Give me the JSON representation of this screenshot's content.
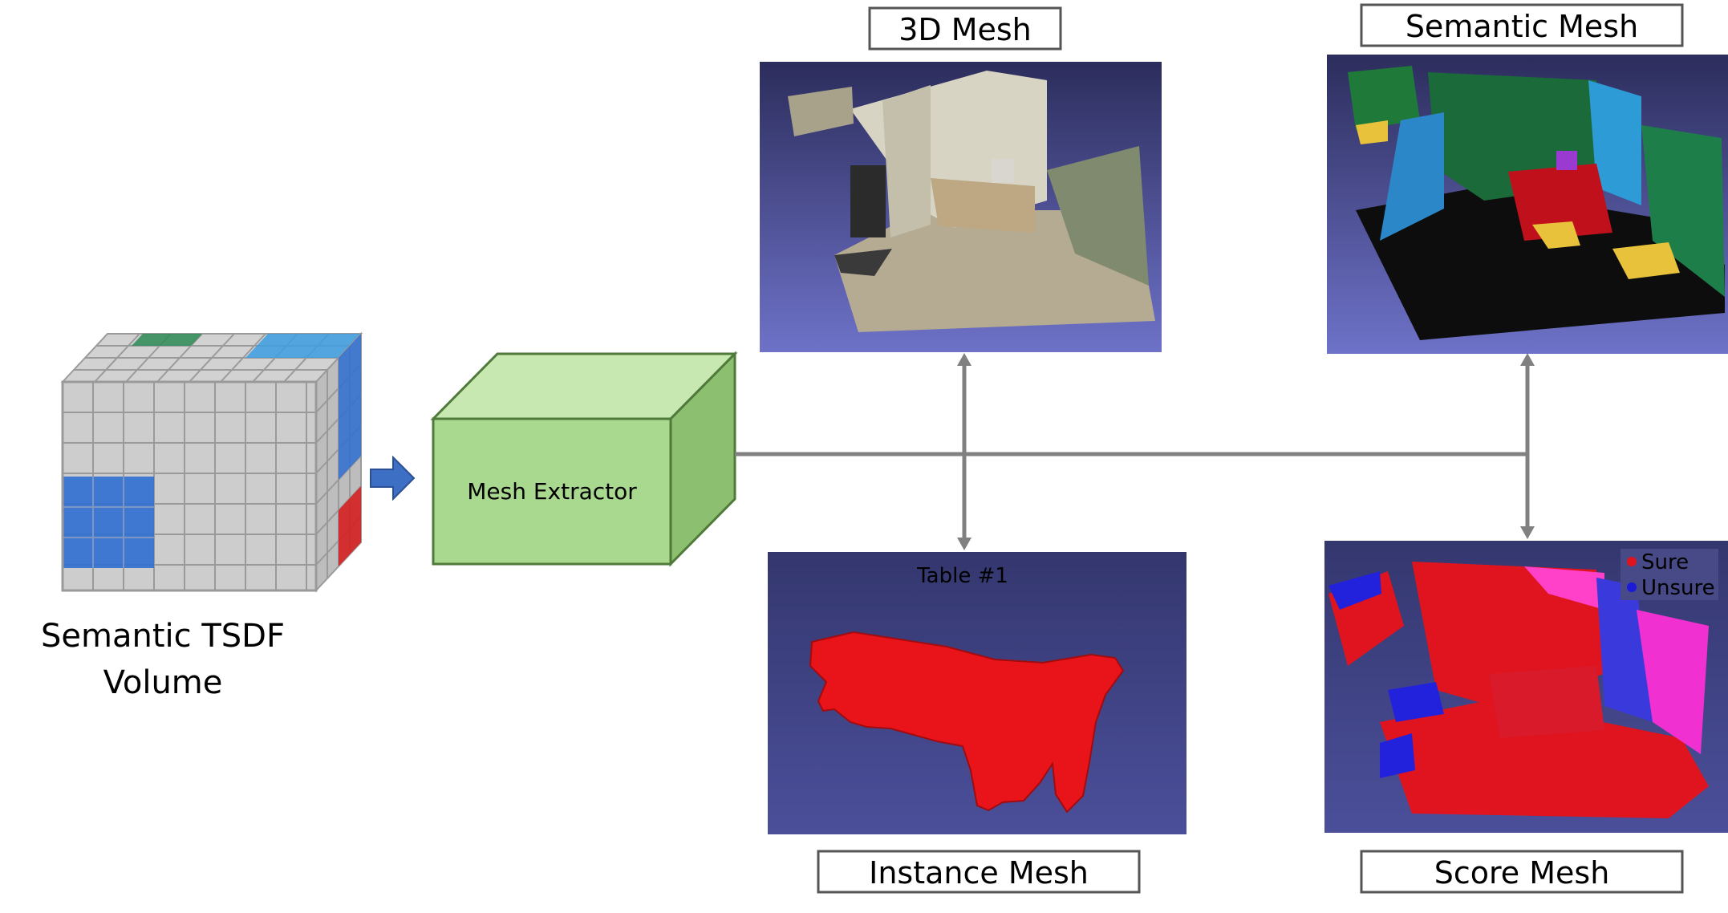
{
  "tsdf": {
    "label_line1": "Semantic TSDF",
    "label_line2": "Volume"
  },
  "extractor": {
    "label": "Mesh Extractor"
  },
  "outputs": {
    "mesh3d": {
      "title": "3D Mesh"
    },
    "semantic": {
      "title": "Semantic Mesh"
    },
    "instance": {
      "title": "Instance Mesh",
      "caption": "Table #1"
    },
    "score": {
      "title": "Score Mesh",
      "legend": [
        {
          "label": "Sure",
          "color": "#e0141e"
        },
        {
          "label": "Unsure",
          "color": "#1a1ad8"
        }
      ]
    }
  },
  "colors": {
    "cube_face": "#c8c8c8",
    "voxel_blue": "#2f6fd0",
    "voxel_cyan": "#3c9ee0",
    "voxel_green": "#2e8b57",
    "voxel_red": "#d42020",
    "extractor_front": "#a9d88f",
    "extractor_top": "#c7e8b0",
    "extractor_side": "#8cbf6f",
    "connector": "#808080",
    "arrow": "#3d6fc4",
    "viewport_bg": "#4a4f9a",
    "mesh_red": "#e8141a"
  }
}
